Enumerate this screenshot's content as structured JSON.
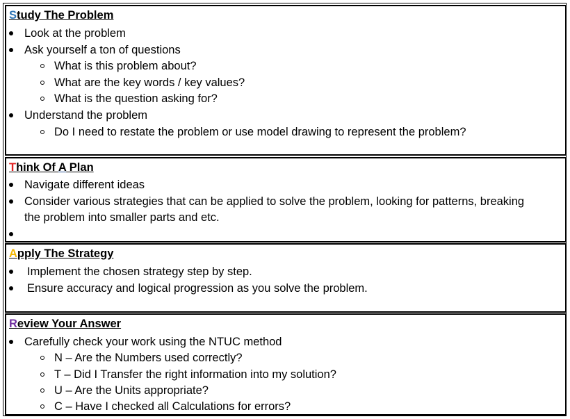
{
  "sections": {
    "s": {
      "letter": "S",
      "rest": "tudy The Problem",
      "letter_color": "#2e74b5",
      "items": [
        "Look at the problem",
        "Ask yourself a ton of questions",
        "What is this problem about?",
        "What are the key words / key values?",
        "What is the question asking for?",
        "Understand the problem",
        "Do I need to restate the problem or use model drawing to represent the problem?"
      ]
    },
    "t": {
      "letter": "T",
      "rest_a": "hink Of ",
      "rest_b": "A",
      "rest_c": " Plan",
      "letter_color": "#e02020",
      "items": [
        "Navigate different ideas",
        "Consider various strategies that can be applied to solve the problem, looking for patterns, breaking",
        "the problem into smaller parts and etc."
      ]
    },
    "a": {
      "letter": "A",
      "rest": "pply The Strategy",
      "letter_color": "#f2b600",
      "items": [
        "Implement the chosen strategy step by step.",
        "Ensure accuracy and logical progression as you solve the problem."
      ]
    },
    "r": {
      "letter": "R",
      "rest": "eview Your Answer",
      "letter_color": "#7030a0",
      "items": [
        "Carefully check your work using the NTUC method",
        "N – Are the Numbers used correctly?",
        "T – Did I Transfer the right information into my solution?",
        "U – Are the Units appropriate?",
        "C – Have I checked all Calculations for errors?"
      ]
    }
  }
}
